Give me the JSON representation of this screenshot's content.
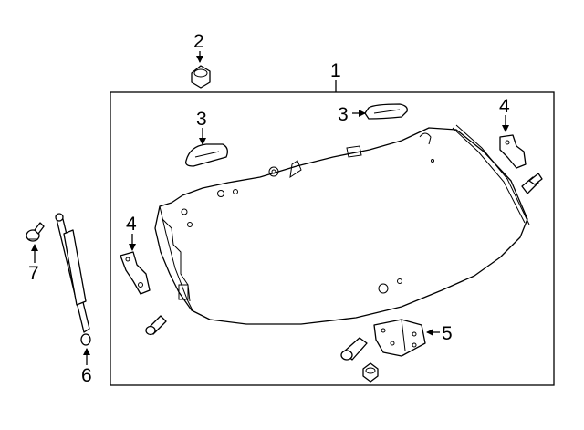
{
  "diagram": {
    "callouts": {
      "c1": "1",
      "c2": "2",
      "c3a": "3",
      "c3b": "3",
      "c4a": "4",
      "c4b": "4",
      "c5": "5",
      "c6": "6",
      "c7": "7"
    }
  }
}
